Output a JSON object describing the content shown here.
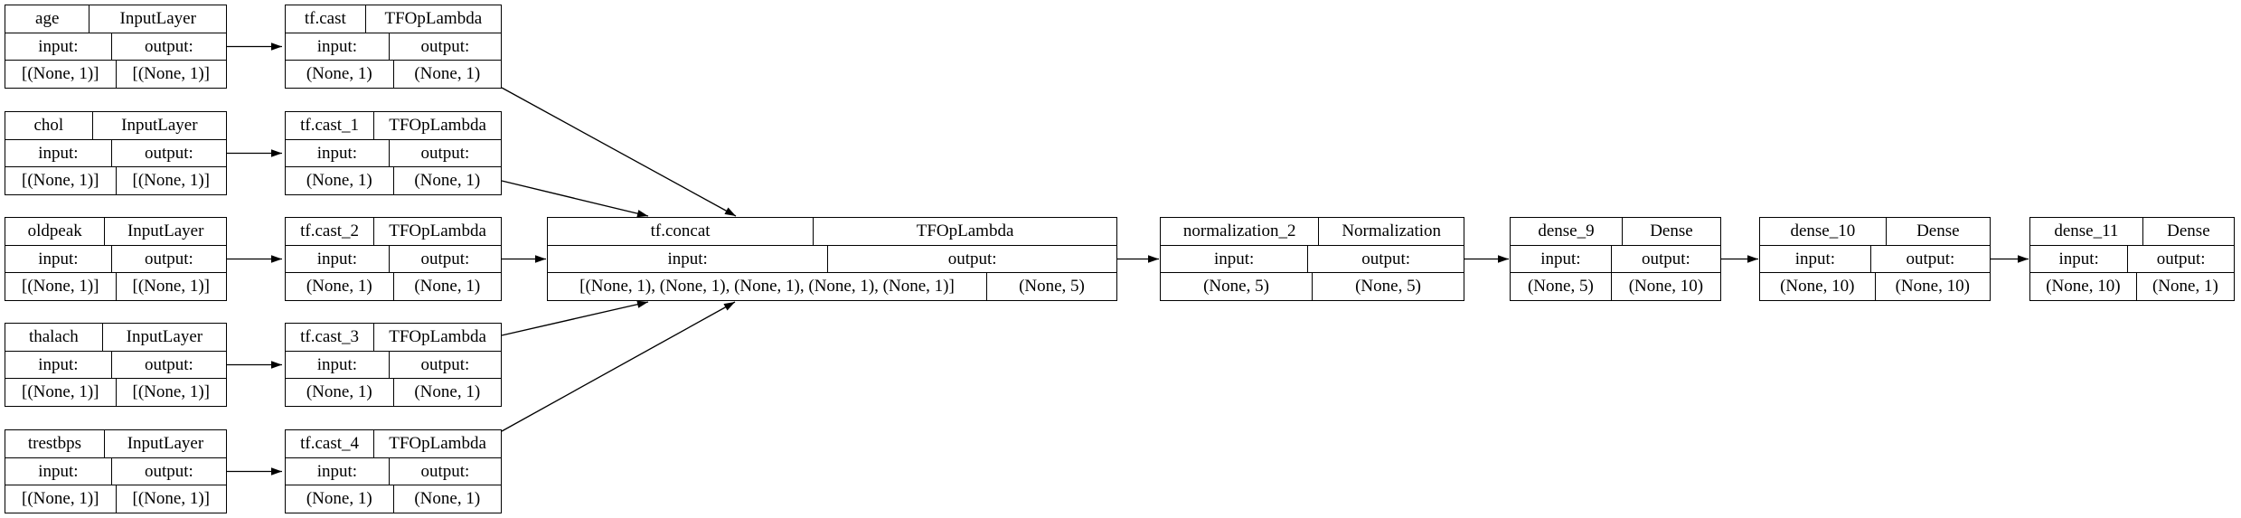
{
  "diagram": {
    "kind": "keras-model-architecture",
    "background_color": "#ffffff",
    "line_color": "#000000",
    "labels": {
      "input": "input:",
      "output": "output:"
    },
    "nodes": [
      {
        "name": "age",
        "layer_type": "InputLayer",
        "input_shape": "[(None, 1)]",
        "output_shape": "[(None, 1)]"
      },
      {
        "name": "chol",
        "layer_type": "InputLayer",
        "input_shape": "[(None, 1)]",
        "output_shape": "[(None, 1)]"
      },
      {
        "name": "oldpeak",
        "layer_type": "InputLayer",
        "input_shape": "[(None, 1)]",
        "output_shape": "[(None, 1)]"
      },
      {
        "name": "thalach",
        "layer_type": "InputLayer",
        "input_shape": "[(None, 1)]",
        "output_shape": "[(None, 1)]"
      },
      {
        "name": "trestbps",
        "layer_type": "InputLayer",
        "input_shape": "[(None, 1)]",
        "output_shape": "[(None, 1)]"
      },
      {
        "name": "tf.cast",
        "layer_type": "TFOpLambda",
        "input_shape": "(None, 1)",
        "output_shape": "(None, 1)"
      },
      {
        "name": "tf.cast_1",
        "layer_type": "TFOpLambda",
        "input_shape": "(None, 1)",
        "output_shape": "(None, 1)"
      },
      {
        "name": "tf.cast_2",
        "layer_type": "TFOpLambda",
        "input_shape": "(None, 1)",
        "output_shape": "(None, 1)"
      },
      {
        "name": "tf.cast_3",
        "layer_type": "TFOpLambda",
        "input_shape": "(None, 1)",
        "output_shape": "(None, 1)"
      },
      {
        "name": "tf.cast_4",
        "layer_type": "TFOpLambda",
        "input_shape": "(None, 1)",
        "output_shape": "(None, 1)"
      },
      {
        "name": "tf.concat",
        "layer_type": "TFOpLambda",
        "input_shape": "[(None, 1), (None, 1), (None, 1), (None, 1), (None, 1)]",
        "output_shape": "(None, 5)"
      },
      {
        "name": "normalization_2",
        "layer_type": "Normalization",
        "input_shape": "(None, 5)",
        "output_shape": "(None, 5)"
      },
      {
        "name": "dense_9",
        "layer_type": "Dense",
        "input_shape": "(None, 5)",
        "output_shape": "(None, 10)"
      },
      {
        "name": "dense_10",
        "layer_type": "Dense",
        "input_shape": "(None, 10)",
        "output_shape": "(None, 10)"
      },
      {
        "name": "dense_11",
        "layer_type": "Dense",
        "input_shape": "(None, 10)",
        "output_shape": "(None, 1)"
      }
    ],
    "edges": [
      {
        "from": "age",
        "to": "tf.cast"
      },
      {
        "from": "chol",
        "to": "tf.cast_1"
      },
      {
        "from": "oldpeak",
        "to": "tf.cast_2"
      },
      {
        "from": "thalach",
        "to": "tf.cast_3"
      },
      {
        "from": "trestbps",
        "to": "tf.cast_4"
      },
      {
        "from": "tf.cast",
        "to": "tf.concat"
      },
      {
        "from": "tf.cast_1",
        "to": "tf.concat"
      },
      {
        "from": "tf.cast_2",
        "to": "tf.concat"
      },
      {
        "from": "tf.cast_3",
        "to": "tf.concat"
      },
      {
        "from": "tf.cast_4",
        "to": "tf.concat"
      },
      {
        "from": "tf.concat",
        "to": "normalization_2"
      },
      {
        "from": "normalization_2",
        "to": "dense_9"
      },
      {
        "from": "dense_9",
        "to": "dense_10"
      },
      {
        "from": "dense_10",
        "to": "dense_11"
      }
    ]
  }
}
